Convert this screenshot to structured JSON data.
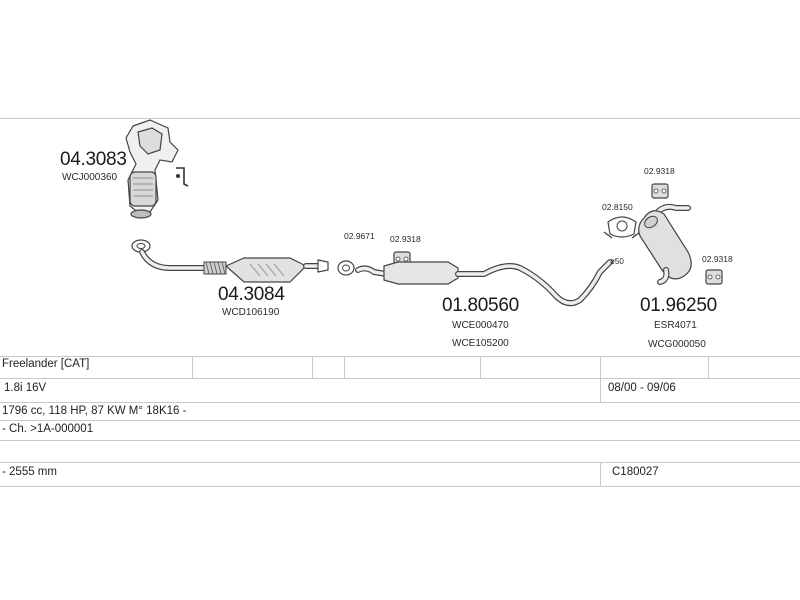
{
  "parts": {
    "manifold_cat": {
      "number": "04.3083",
      "code": "WCJ000360"
    },
    "catalyst": {
      "number": "04.3084",
      "code": "WCD106190"
    },
    "mid_silencer": {
      "number": "01.80560",
      "code_1": "WCE000470",
      "code_2": "WCE105200"
    },
    "rear_silencer": {
      "number": "01.96250",
      "code_1": "ESR4071",
      "code_2": "WCG000050"
    },
    "gasket_a": {
      "number": "02.9671"
    },
    "hanger_a": {
      "number": "02.9318"
    },
    "clamp_rear": {
      "number": "02.8150"
    },
    "hanger_top": {
      "number": "02.9318"
    },
    "hanger_right": {
      "number": "02.9318"
    },
    "pipe_diameter": "ø50"
  },
  "table": {
    "model": "Freelander  [CAT]",
    "engine": "1.8i 16V",
    "years": "08/00 - 09/06",
    "specs": "1796 cc, 118 HP, 87 KW M° 18K16 -",
    "chassis": "- Ch. >1A-000001",
    "wheelbase": "- 2555 mm",
    "code": "C180027"
  }
}
